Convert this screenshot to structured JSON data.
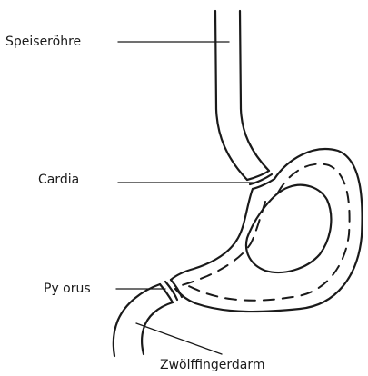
{
  "labels": {
    "esophagus": "Speiseröhre",
    "cardia": "Cardia",
    "pylorus": "Py orus",
    "duodenum": "Zwölffingerdarm"
  }
}
